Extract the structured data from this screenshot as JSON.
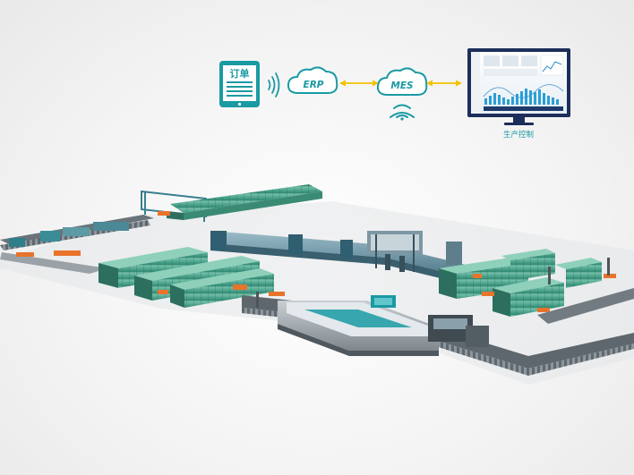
{
  "flow": {
    "order_label": "订单",
    "erp_label": "ERP",
    "mes_label": "MES",
    "monitor_caption": "生产控制"
  },
  "colors": {
    "teal": "#1a9aa3",
    "arrow": "#f2c200",
    "monitor_frame": "#1d2e5a",
    "machine_green": "#3f9f86",
    "accent_orange": "#e8742c"
  },
  "icons": {
    "order": "tablet-document-icon",
    "signal": "wireless-signal-icon",
    "erp": "cloud-icon",
    "mes": "cloud-icon",
    "mes_signal": "wifi-icon",
    "monitor": "monitor-dashboard-icon"
  }
}
